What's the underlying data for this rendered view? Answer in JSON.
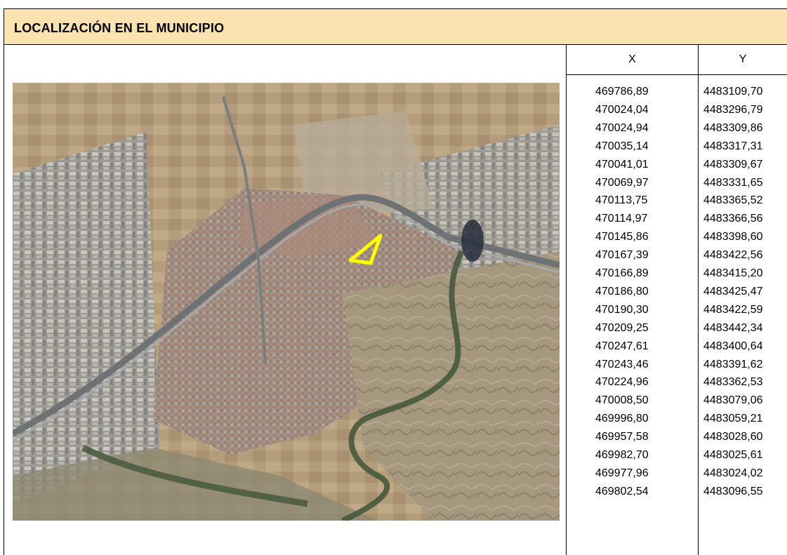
{
  "header": {
    "title": "LOCALIZACIÓN EN EL MUNICIPIO"
  },
  "table": {
    "col_x": "X",
    "col_y": "Y",
    "rows": [
      {
        "x": "469786,89",
        "y": "4483109,70"
      },
      {
        "x": "470024,04",
        "y": "4483296,79"
      },
      {
        "x": "470024,94",
        "y": "4483309,86"
      },
      {
        "x": "470035,14",
        "y": "4483317,31"
      },
      {
        "x": "470041,01",
        "y": "4483309,67"
      },
      {
        "x": "470069,97",
        "y": "4483331,65"
      },
      {
        "x": "470113,75",
        "y": "4483365,52"
      },
      {
        "x": "470114,97",
        "y": "4483366,56"
      },
      {
        "x": "470145,86",
        "y": "4483398,60"
      },
      {
        "x": "470167,39",
        "y": "4483422,56"
      },
      {
        "x": "470166,89",
        "y": "4483415,20"
      },
      {
        "x": "470186,80",
        "y": "4483425,47"
      },
      {
        "x": "470190,30",
        "y": "4483422,59"
      },
      {
        "x": "470209,25",
        "y": "4483442,34"
      },
      {
        "x": "470247,61",
        "y": "4483400,64"
      },
      {
        "x": "470243,46",
        "y": "4483391,62"
      },
      {
        "x": "470224,96",
        "y": "4483362,53"
      },
      {
        "x": "470008,50",
        "y": "4483079,06"
      },
      {
        "x": "469996,80",
        "y": "4483059,21"
      },
      {
        "x": "469957,58",
        "y": "4483028,60"
      },
      {
        "x": "469982,70",
        "y": "4483025,61"
      },
      {
        "x": "469977,96",
        "y": "4483024,02"
      },
      {
        "x": "469802,54",
        "y": "4483096,55"
      }
    ]
  },
  "colors": {
    "header_bg": "#fbe3b1",
    "highlight": "#ffff00"
  }
}
